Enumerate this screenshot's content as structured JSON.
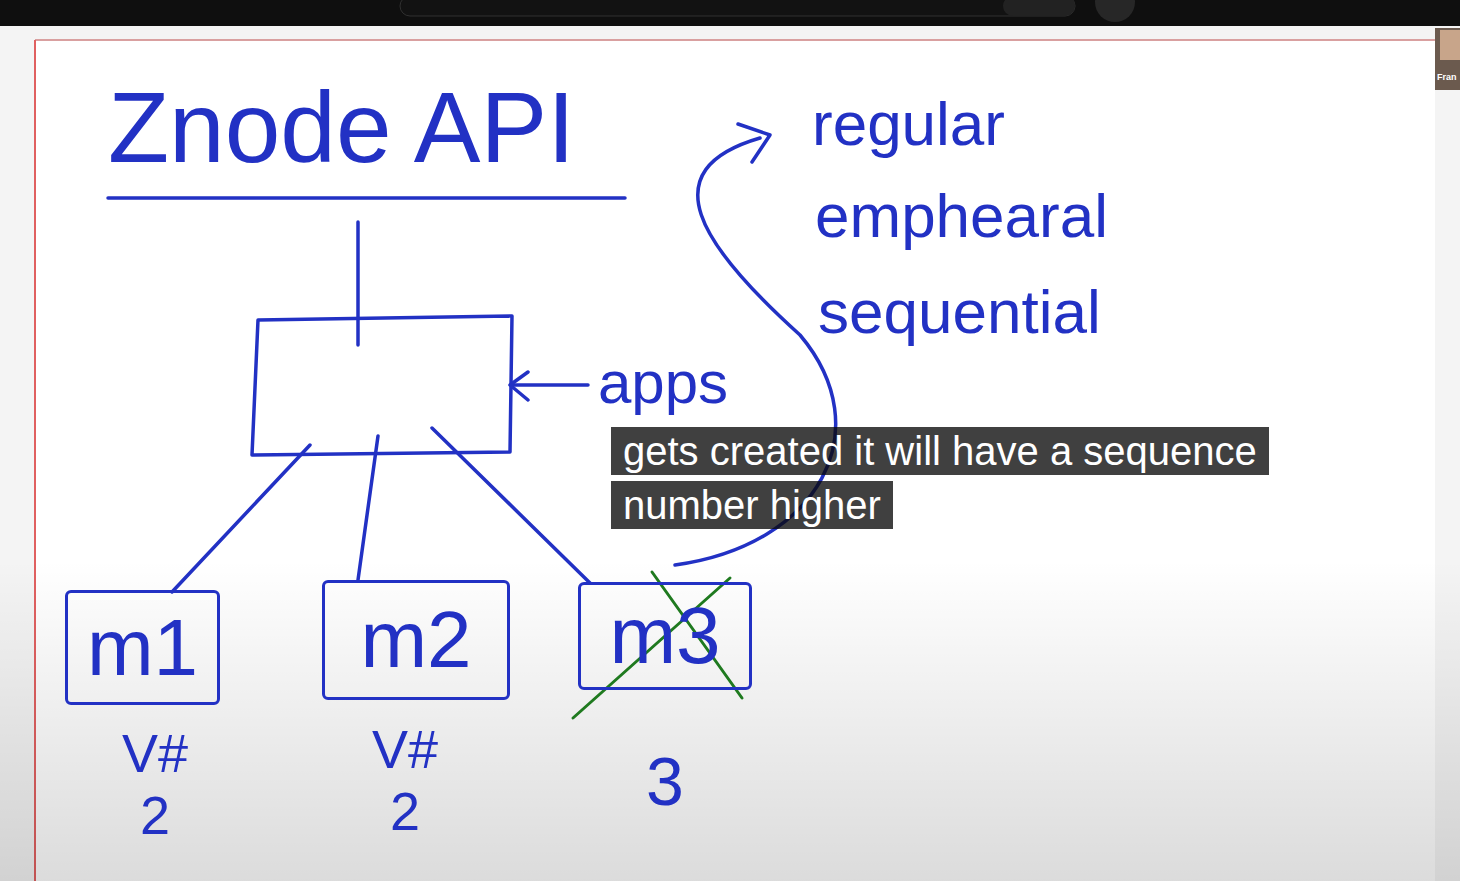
{
  "diagram": {
    "title": "Znode API",
    "caption": "gets created it will have a sequence number higher",
    "nodes": [
      {
        "text": [
          "m1"
        ]
      },
      {
        "text": [
          "m2"
        ]
      },
      {
        "text": [
          "m3"
        ]
      }
    ],
    "labels": [
      "apps",
      "regular",
      "emphearal",
      "sequential",
      "V# 2",
      "V# 2",
      "3",
      "Fran"
    ]
  }
}
